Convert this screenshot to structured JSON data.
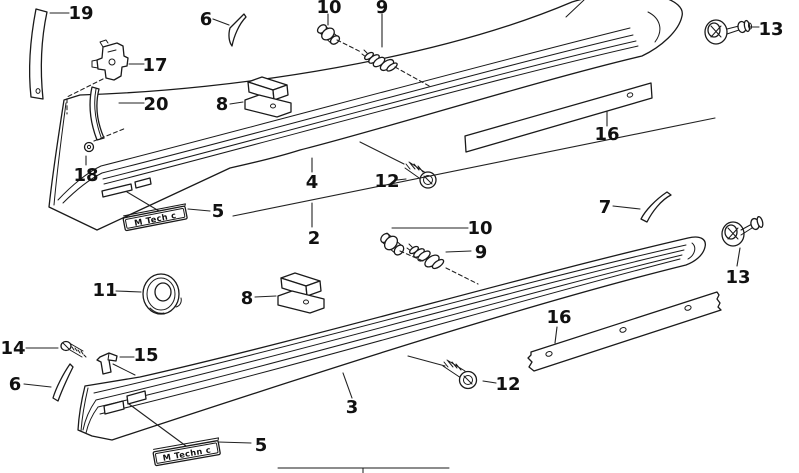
{
  "diagram": {
    "type": "exploded-parts-diagram",
    "subject": "side skirt rocker panel trim",
    "background": "#ffffff",
    "line_color": "#1a1a1a",
    "badge_top": {
      "text": "M Tech c"
    },
    "badge_bottom": {
      "text": "M Techn c"
    },
    "callouts": {
      "n19": "19",
      "n6_top": "6",
      "n10_top": "10",
      "n9_top": "9",
      "n17": "17",
      "n20": "20",
      "n8_top": "8",
      "n13_top": "13",
      "n16_top": "16",
      "n18": "18",
      "n4": "4",
      "n12_top": "12",
      "n5_top": "5",
      "n2": "2",
      "n7": "7",
      "n10_bottom": "10",
      "n9_bottom": "9",
      "n13_bottom": "13",
      "n11": "11",
      "n8_bottom": "8",
      "n16_bottom": "16",
      "n14": "14",
      "n15": "15",
      "n6_bottom": "6",
      "n3": "3",
      "n12_bottom": "12",
      "n5_bottom": "5"
    }
  }
}
